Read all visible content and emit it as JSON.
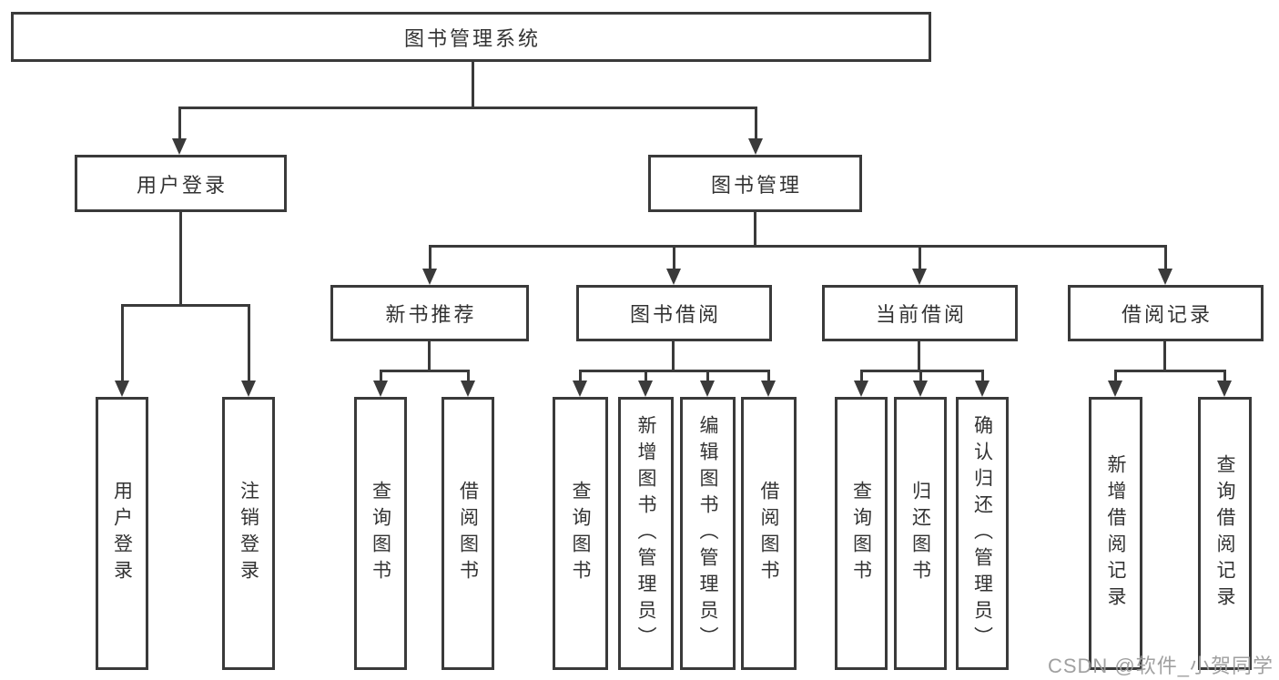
{
  "tree": {
    "root": {
      "label": "图书管理系统"
    },
    "children": [
      {
        "label": "用户登录",
        "children": [
          {
            "label": "用户登录"
          },
          {
            "label": "注销登录"
          }
        ]
      },
      {
        "label": "图书管理",
        "children": [
          {
            "label": "新书推荐",
            "children": [
              {
                "label": "查询图书"
              },
              {
                "label": "借阅图书"
              }
            ]
          },
          {
            "label": "图书借阅",
            "children": [
              {
                "label": "查询图书"
              },
              {
                "label": "新增图书（管理员）"
              },
              {
                "label": "编辑图书（管理员）"
              },
              {
                "label": "借阅图书"
              }
            ]
          },
          {
            "label": "当前借阅",
            "children": [
              {
                "label": "查询图书"
              },
              {
                "label": "归还图书"
              },
              {
                "label": "确认归还（管理员）"
              }
            ]
          },
          {
            "label": "借阅记录",
            "children": [
              {
                "label": "新增借阅记录"
              },
              {
                "label": "查询借阅记录"
              }
            ]
          }
        ]
      }
    ]
  },
  "watermark": {
    "text": "CSDN @软件_小贺同学"
  },
  "colors": {
    "line": "#3a3a3a",
    "text": "#333333",
    "watermark": "#9b9b9b",
    "background": "#ffffff"
  }
}
